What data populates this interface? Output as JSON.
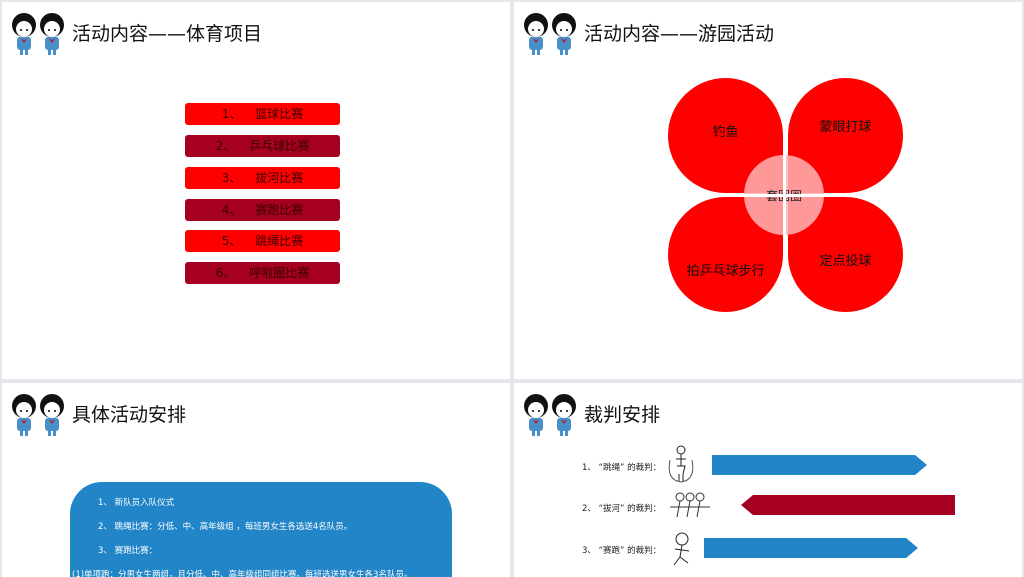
{
  "slides": [
    {
      "title": "活动内容——体育项目",
      "items": [
        {
          "label": "1、 篮球比赛",
          "color": "#ff0000"
        },
        {
          "label": "2、 乒乓球比赛",
          "color": "#a50021"
        },
        {
          "label": "3、 拔河比赛",
          "color": "#ff0000"
        },
        {
          "label": "4、 赛跑比赛",
          "color": "#a50021"
        },
        {
          "label": "5、 跳绳比赛",
          "color": "#ff0000"
        },
        {
          "label": "6、 呼啦圈比赛",
          "color": "#a50021"
        }
      ]
    },
    {
      "title": "活动内容——游园活动",
      "petals": [
        "钓鱼",
        "蒙眼打球",
        "拍乒乓球步行",
        "定点投球"
      ],
      "center": "套圈圈",
      "color": "#ff0000"
    },
    {
      "title": "具体活动安排",
      "lines": [
        "1、 新队员入队仪式",
        "2、 跳绳比赛：分低、中、高年级组 ，每班男女生各选送4名队员。",
        "3、 赛跑比赛：",
        "(1)单项跑：分男女生两组，且分低、中、高年级组同组比赛。每班选送男女生各3名队员。"
      ],
      "color": "#2185c8"
    },
    {
      "title": "裁判安排",
      "judges": [
        {
          "label": "1、  “跳绳” 的裁判：",
          "icon": "jump-rope-figure-icon",
          "arrow_color": "#2185c8",
          "direction": "right"
        },
        {
          "label": "2、  “拔河” 的裁判：",
          "icon": "tug-of-war-figure-icon",
          "arrow_color": "#a50021",
          "direction": "left"
        },
        {
          "label": "3、  “赛跑” 的裁判：",
          "icon": "runner-figure-icon",
          "arrow_color": "#2185c8",
          "direction": "right"
        }
      ]
    }
  ]
}
